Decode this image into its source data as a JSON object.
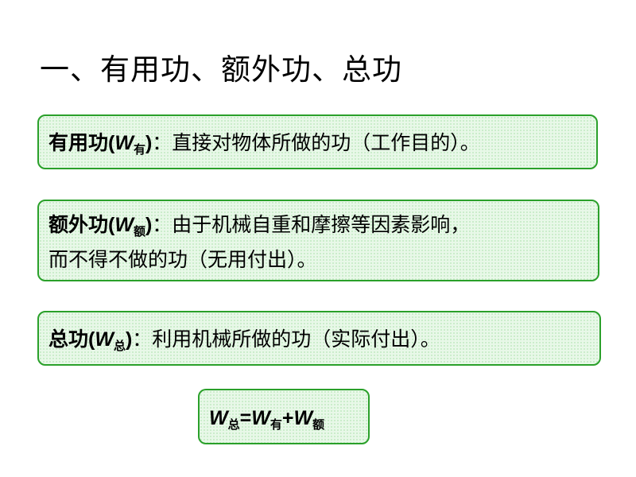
{
  "title": "一、有用功、额外功、总功",
  "useful": {
    "name": "有用功",
    "open": "(",
    "symbol": "W",
    "sub": "有",
    "close": ")",
    "definition": "：直接对物体所做的功（工作目的）。"
  },
  "extra": {
    "name": "额外功",
    "open": "(",
    "symbol": "W",
    "sub": "额",
    "close": ")",
    "definition_line1": "：由于机械自重和摩擦等因素影响，",
    "definition_line2": "而不得不做的功（无用付出）。"
  },
  "total": {
    "name": "总功",
    "open": "(",
    "symbol": "W",
    "sub": "总",
    "close": ")",
    "definition": "：利用机械所做的功（实际付出）。"
  },
  "formula": {
    "w1": "W",
    "s1": "总",
    "eq": "=",
    "w2": "W",
    "s2": "有",
    "plus": "+",
    "w3": "W",
    "s3": "额"
  }
}
